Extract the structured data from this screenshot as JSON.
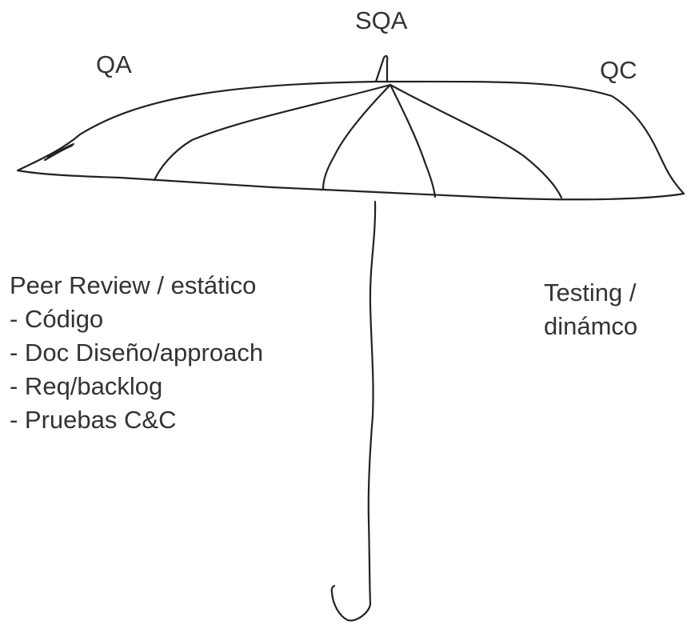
{
  "diagram": {
    "top_label": "SQA",
    "left_label": "QA",
    "right_label": "QC",
    "left_notes": [
      "Peer Review / estático",
      "- Código",
      "- Doc Diseño/approach",
      "- Req/backlog",
      "- Pruebas C&C"
    ],
    "right_notes": [
      "Testing /",
      "dinámco"
    ],
    "ink_color": "#222222",
    "text_color": "#333333"
  }
}
